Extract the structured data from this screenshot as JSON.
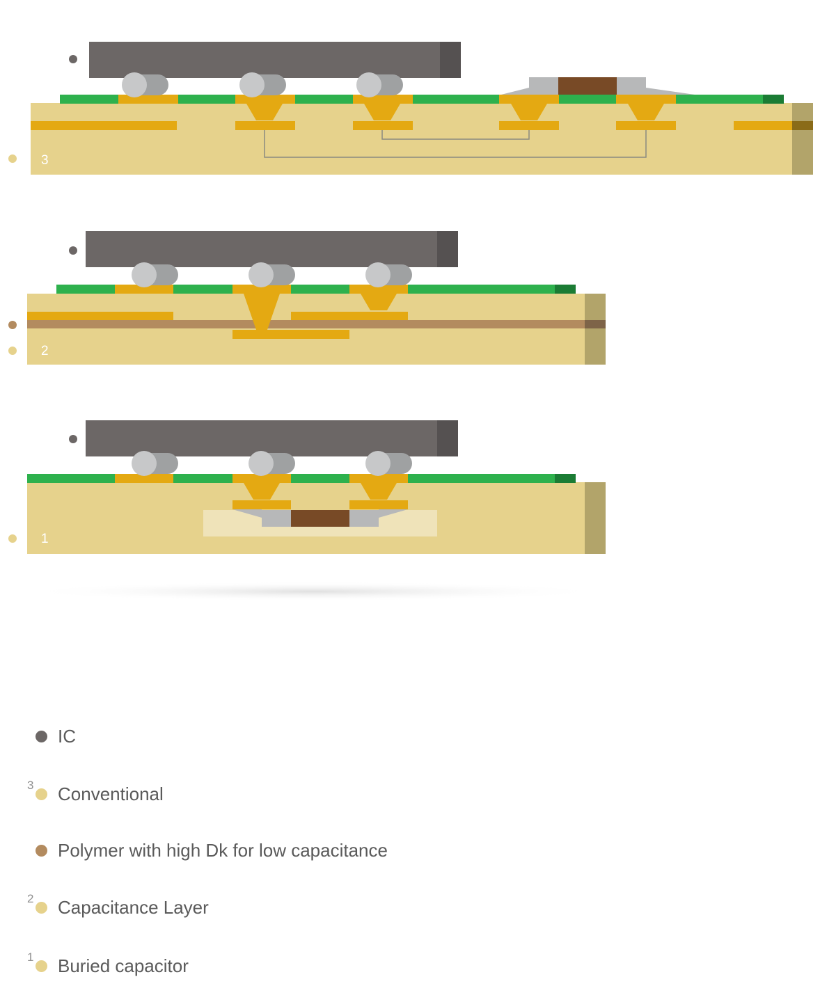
{
  "colors": {
    "ic": "#6c6766",
    "ic_edge": "#555151",
    "substrate": "#e6d28c",
    "substrate_edge": "#b2a46a",
    "copper": "#e4a912",
    "solder_mask": "#2eb14d",
    "solder_mask_edge": "#1b7c34",
    "polymer_layer": "#b38b5f",
    "polymer_dot": "#b38b5f",
    "capacitor_body": "#784a26",
    "capacitor_terminal": "#b7b8b9",
    "cavity": "#efe3b9",
    "bump": "#c7c8c9",
    "bump_shade": "#9fa1a2",
    "trace": "#8a8a80",
    "layer_number": "#ffffff",
    "side_dot": "#e6d28c"
  },
  "diagram": {
    "layers": [
      {
        "number": "3"
      },
      {
        "number": "2"
      },
      {
        "number": "1"
      }
    ]
  },
  "legend": {
    "items": [
      {
        "id": "ic",
        "number": "",
        "label": "IC",
        "color": "#6c6766"
      },
      {
        "id": "conventional",
        "number": "3",
        "label": "Conventional",
        "color": "#e6d28c"
      },
      {
        "id": "polymer",
        "number": "",
        "label": "Polymer with high Dk for low capacitance",
        "color": "#b38b5f"
      },
      {
        "id": "capacitance-layer",
        "number": "2",
        "label": "Capacitance Layer",
        "color": "#e6d28c"
      },
      {
        "id": "buried-capacitor",
        "number": "1",
        "label": "Buried capacitor",
        "color": "#e6d28c"
      }
    ]
  }
}
